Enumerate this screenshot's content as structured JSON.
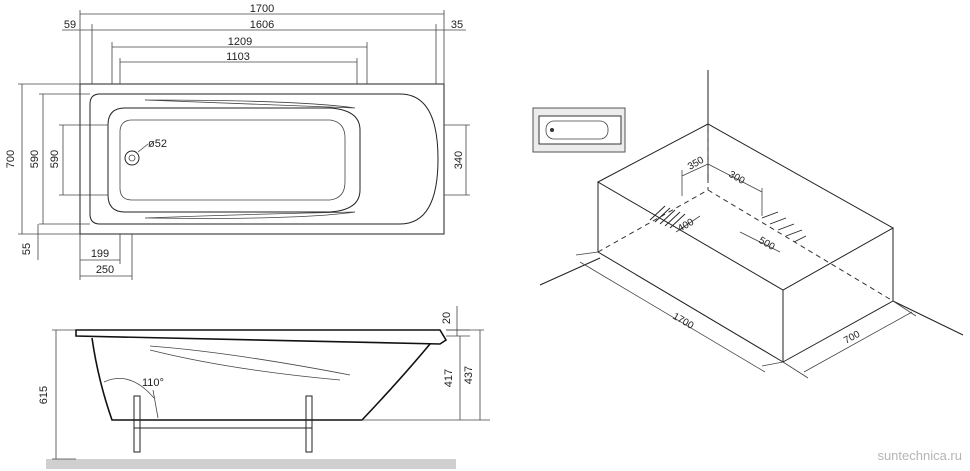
{
  "top_view": {
    "width_total": "1700",
    "left_offset": "59",
    "inner_length": "1606",
    "right_offset": "35",
    "bowl_length": "1209",
    "flat_length": "1103",
    "drain": "ø52",
    "height_total": "700",
    "inner_width": "590",
    "bowl_width": "590",
    "right_width": "340",
    "bottom_offset": "55",
    "left_a": "199",
    "left_b": "250"
  },
  "side_view": {
    "height_total": "615",
    "angle": "110°",
    "rim": "20",
    "depth_inner": "417",
    "depth_total": "437"
  },
  "iso_view": {
    "length": "1700",
    "width": "700",
    "a": "350",
    "b": "300",
    "c": "400",
    "d": "500"
  },
  "watermark": "suntechnica.ru"
}
